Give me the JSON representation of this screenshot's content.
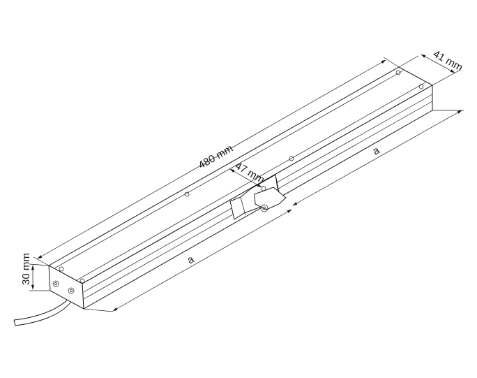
{
  "dimensions": {
    "length": "480 mm",
    "width": "41 mm",
    "height": "30 mm",
    "bracket": "47 mm",
    "a_left": "a",
    "a_right": "a"
  },
  "colors": {
    "line": "#1a1a1a",
    "background": "#ffffff"
  }
}
